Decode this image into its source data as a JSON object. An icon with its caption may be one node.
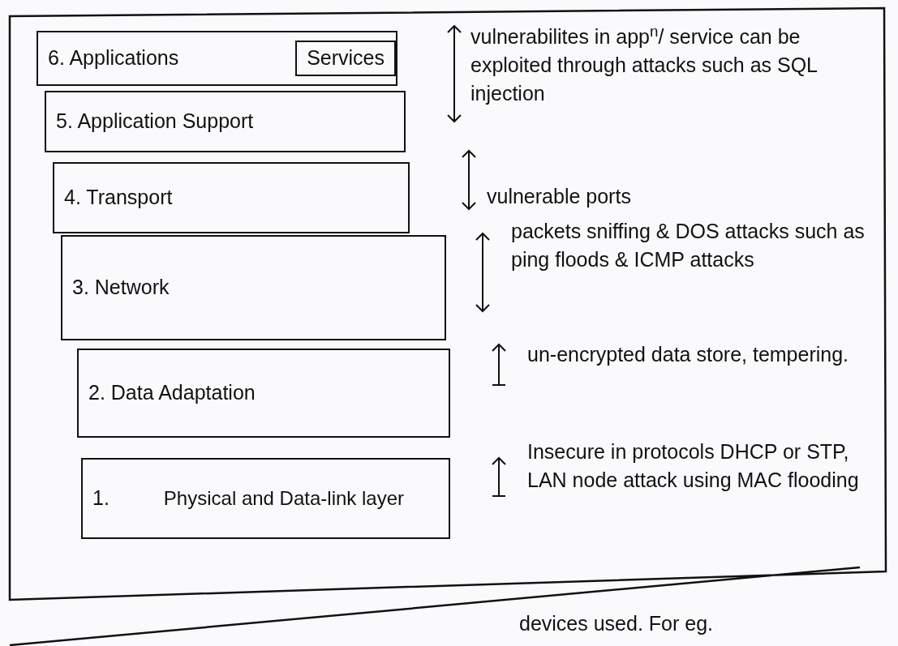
{
  "diagram": {
    "nodes": [
      {
        "text": [
          "6. Applications",
          "Services"
        ]
      },
      {
        "text": [
          "5. Application Support"
        ]
      },
      {
        "text": [
          "4. Transport"
        ]
      },
      {
        "text": [
          "3. Network"
        ]
      },
      {
        "text": [
          "2. Data Adaptation"
        ]
      },
      {
        "text": [
          "1.",
          "Physical and Data-link layer"
        ]
      }
    ],
    "labels": [
      "vulnerabilites in app$^{n}$/ service can be exploited through attacks such as SQL injection",
      "vulnerable ports",
      "packets sniffing & DOS attacks such as ping floods & ICMP attacks",
      "un-encrypted data store, tempering.",
      "Insecure in protocols DHCP or STP, LAN node attack using MAC flooding",
      "devices used. For eg."
    ]
  }
}
